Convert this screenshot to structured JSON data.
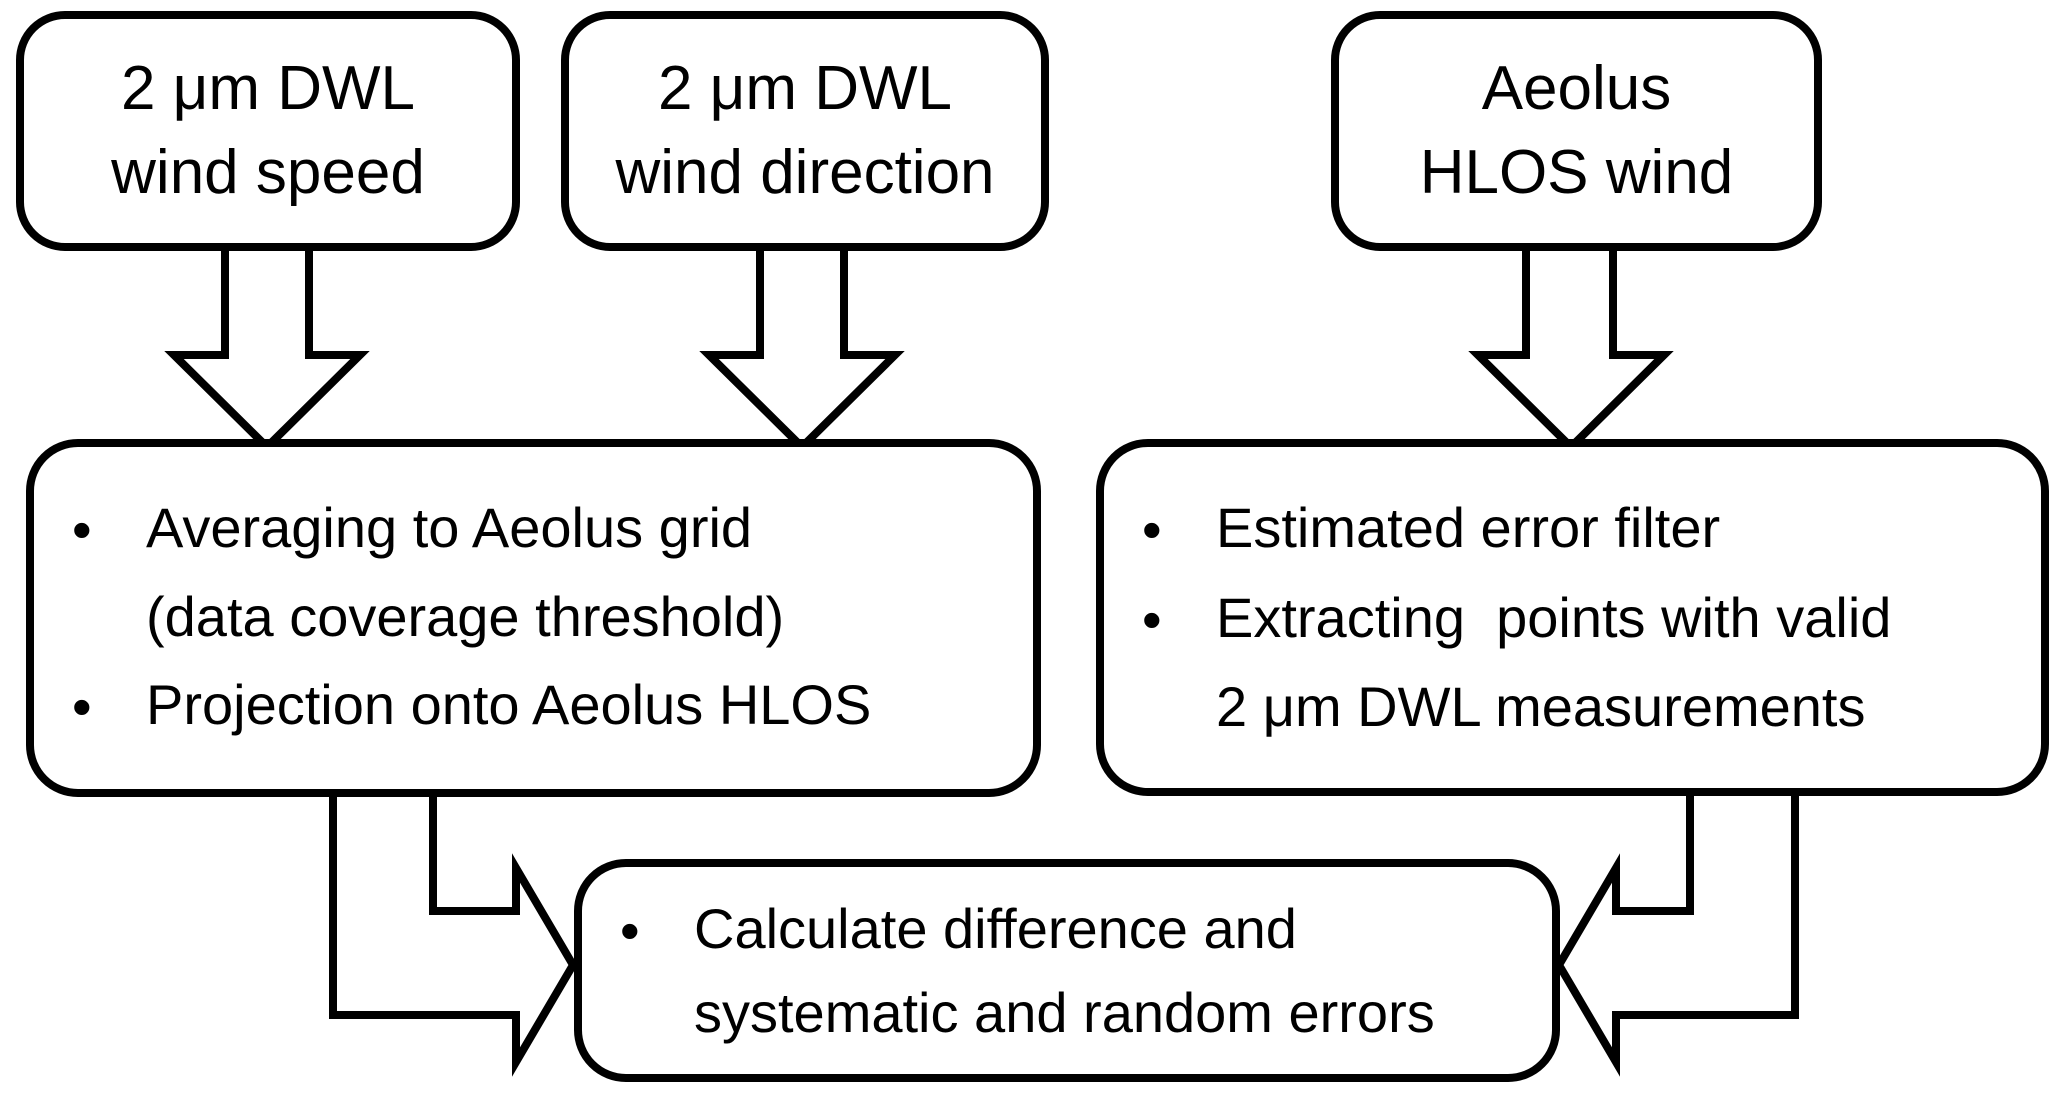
{
  "figure": {
    "background_color": "#ffffff",
    "line_color": "#000000",
    "bullet_char": "•",
    "top_boxes": {
      "wind_speed": {
        "label": "2 μm DWL\nwind speed"
      },
      "wind_direction": {
        "label": "2 μm DWL\nwind direction"
      },
      "aeolus_hlos": {
        "label": "Aeolus\nHLOS wind"
      }
    },
    "process_boxes": {
      "dwl_processing": {
        "bullets": [
          "Averaging to Aeolus grid\n(data coverage threshold)",
          "Projection onto Aeolus HLOS"
        ]
      },
      "aeolus_processing": {
        "bullets": [
          "Estimated error filter",
          "Extracting  points with valid\n2 μm DWL measurements"
        ]
      },
      "comparison": {
        "bullets": [
          "Calculate difference and\nsystematic and random errors"
        ]
      }
    }
  }
}
